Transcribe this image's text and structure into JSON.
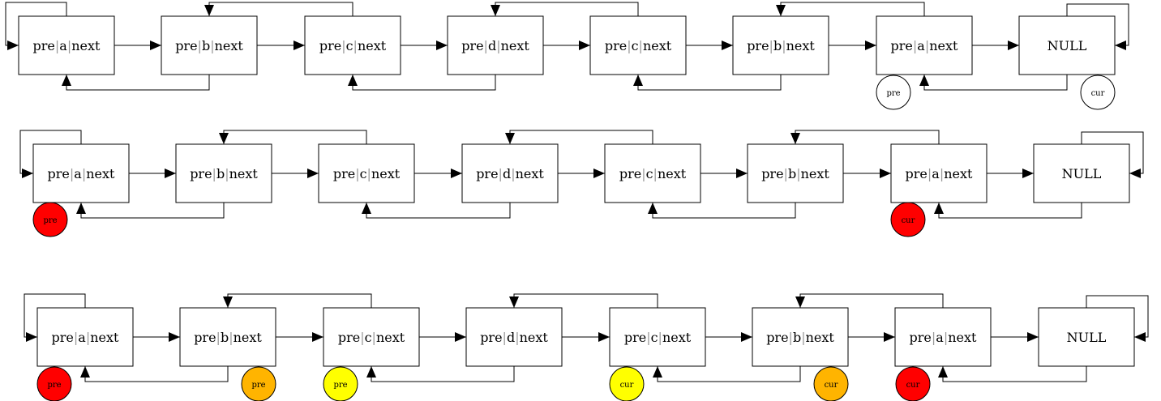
{
  "rows": [
    {
      "nodes": [
        {
          "pre": "pre",
          "val": "a",
          "next": "next"
        },
        {
          "pre": "pre",
          "val": "b",
          "next": "next"
        },
        {
          "pre": "pre",
          "val": "c",
          "next": "next"
        },
        {
          "pre": "pre",
          "val": "d",
          "next": "next"
        },
        {
          "pre": "pre",
          "val": "c",
          "next": "next"
        },
        {
          "pre": "pre",
          "val": "b",
          "next": "next"
        },
        {
          "pre": "pre",
          "val": "a",
          "next": "next"
        }
      ],
      "null_label": "NULL",
      "markers": [
        {
          "label": "pre",
          "color": "#ffffff"
        },
        {
          "label": "cur",
          "color": "#ffffff"
        }
      ]
    },
    {
      "nodes": [
        {
          "pre": "pre",
          "val": "a",
          "next": "next"
        },
        {
          "pre": "pre",
          "val": "b",
          "next": "next"
        },
        {
          "pre": "pre",
          "val": "c",
          "next": "next"
        },
        {
          "pre": "pre",
          "val": "d",
          "next": "next"
        },
        {
          "pre": "pre",
          "val": "c",
          "next": "next"
        },
        {
          "pre": "pre",
          "val": "b",
          "next": "next"
        },
        {
          "pre": "pre",
          "val": "a",
          "next": "next"
        }
      ],
      "null_label": "NULL",
      "markers": [
        {
          "label": "pre",
          "color": "#ff0000"
        },
        {
          "label": "cur",
          "color": "#ff0000"
        }
      ]
    },
    {
      "nodes": [
        {
          "pre": "pre",
          "val": "a",
          "next": "next"
        },
        {
          "pre": "pre",
          "val": "b",
          "next": "next"
        },
        {
          "pre": "pre",
          "val": "c",
          "next": "next"
        },
        {
          "pre": "pre",
          "val": "d",
          "next": "next"
        },
        {
          "pre": "pre",
          "val": "c",
          "next": "next"
        },
        {
          "pre": "pre",
          "val": "b",
          "next": "next"
        },
        {
          "pre": "pre",
          "val": "a",
          "next": "next"
        }
      ],
      "null_label": "NULL",
      "markers": [
        {
          "label": "pre",
          "color": "#ff0000"
        },
        {
          "label": "pre",
          "color": "#ffb400"
        },
        {
          "label": "pre",
          "color": "#ffff00"
        },
        {
          "label": "cur",
          "color": "#ffff00"
        },
        {
          "label": "cur",
          "color": "#ffb400"
        },
        {
          "label": "cur",
          "color": "#ff0000"
        }
      ]
    }
  ]
}
